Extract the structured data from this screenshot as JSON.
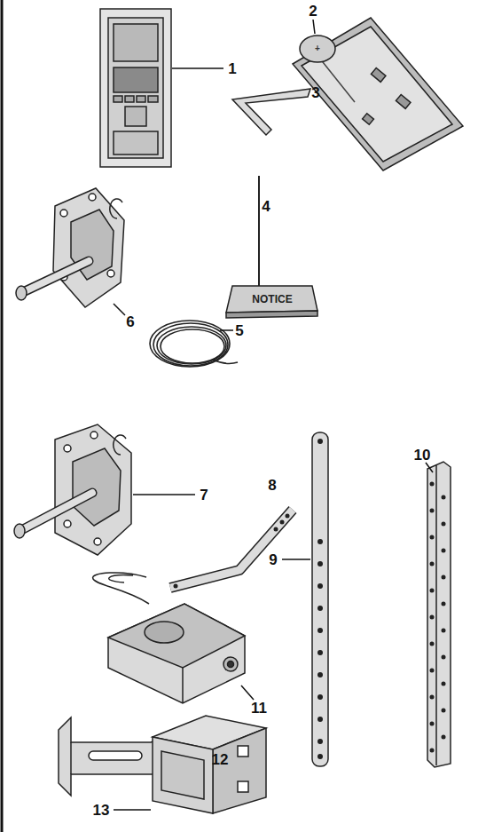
{
  "diagram": {
    "labels": [
      "1",
      "2",
      "+",
      "3",
      "4",
      "NOTICE",
      "5",
      "6",
      "7",
      "8",
      "9",
      "10",
      "11",
      "12",
      "13"
    ]
  }
}
